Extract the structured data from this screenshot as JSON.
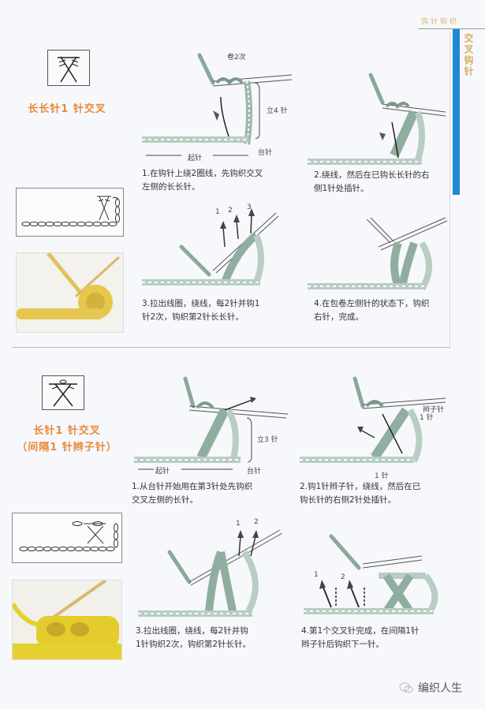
{
  "header": {
    "book_section": "钩针钩织",
    "side_title": "交叉钩针",
    "accent_color": "#1e88d2",
    "title_color": "#e88a3a"
  },
  "sections": [
    {
      "title": "长长针1 针交叉",
      "symbol_icon": "treble-crochet-cross-icon",
      "steps": [
        {
          "caption_line1": "1.在钩针上绕2圈线，先钩织交叉",
          "caption_line2": "左侧的长长针。",
          "labels": {
            "wrap": "卷2次",
            "stand": "立4 针",
            "base": "台针",
            "foundation": "起针"
          }
        },
        {
          "caption_line1": "2.绕线，然后在已钩长长针的右",
          "caption_line2": "侧1针处插针。"
        },
        {
          "caption_line1": "3.拉出线圈，绕线，每2针并钩1",
          "caption_line2": "针2次，钩织第2针长长针。",
          "labels": {
            "arrow1": "1",
            "arrow2": "2",
            "arrow3": "3"
          }
        },
        {
          "caption_line1": "4.在包卷左侧针的状态下，钩织",
          "caption_line2": "右针，完成。"
        }
      ]
    },
    {
      "title_line1": "长针1 针交叉",
      "title_line2": "（间隔1 针辫子针）",
      "symbol_icon": "double-crochet-cross-with-chain-icon",
      "steps": [
        {
          "caption_line1": "1.从台针开始用在第3针处先钩织",
          "caption_line2": "交叉左侧的长针。",
          "labels": {
            "stand": "立3 针",
            "base": "台针",
            "foundation": "起针"
          }
        },
        {
          "caption_line1": "2.钩1针辫子针，绕线，然后在已",
          "caption_line2": "钩长针的右侧2针处插针。",
          "labels": {
            "chain": "辫子针",
            "chain_count": "1 针",
            "one": "1 针"
          }
        },
        {
          "caption_line1": "3.拉出线圈，绕线，每2针并钩",
          "caption_line2": "1针钩织2次，钩织第2针长针。",
          "labels": {
            "arrow1": "1",
            "arrow2": "2"
          }
        },
        {
          "caption_line1": "4.第1个交叉针完成，在间隔1针",
          "caption_line2": "辫子针后钩织下一针。",
          "labels": {
            "arrow1": "1",
            "arrow2": "2"
          }
        }
      ]
    }
  ],
  "watermark": {
    "text": "编织人生"
  }
}
